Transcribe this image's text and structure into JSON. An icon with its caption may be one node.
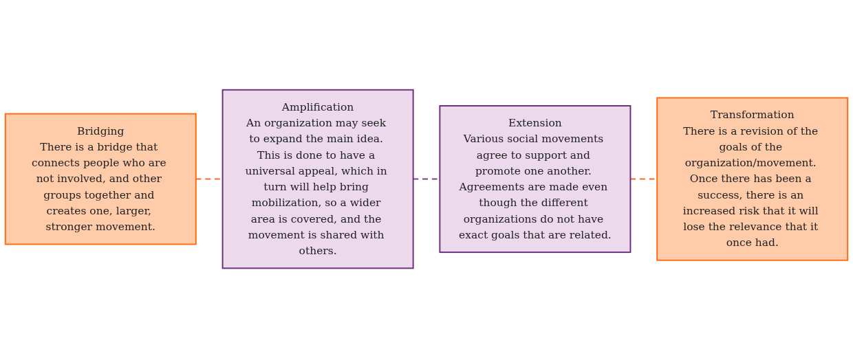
{
  "diagram": {
    "nodes": [
      {
        "text": [
          "Bridging",
          "There is a bridge that connects people who are not involved, and other groups together and creates one, larger, stronger movement."
        ]
      },
      {
        "text": [
          "Amplification",
          "An organization may seek to expand the main idea. This is done to have a universal appeal, which in turn will help bring mobilization, so a wider area is covered, and the movement is shared with others."
        ]
      },
      {
        "text": [
          "Extension",
          "Various social movements agree to support and promote one another. Agreements are made even though the different organizations do not have exact goals that are related."
        ]
      },
      {
        "text": [
          "Transformation",
          "There is a revision of the goals of the organization/movement. Once there has been a success, there is an increased risk that it will lose the relevance that it once had."
        ]
      }
    ],
    "edges": [
      {
        "from": 0,
        "to": 1,
        "arrow": "none",
        "style": "dashed",
        "color": "#f26b21"
      },
      {
        "from": 1,
        "to": 2,
        "arrow": "none",
        "style": "dashed",
        "color": "#7a3d8a"
      },
      {
        "from": 2,
        "to": 3,
        "arrow": "none",
        "style": "dashed",
        "color": "#f26b21"
      }
    ]
  }
}
